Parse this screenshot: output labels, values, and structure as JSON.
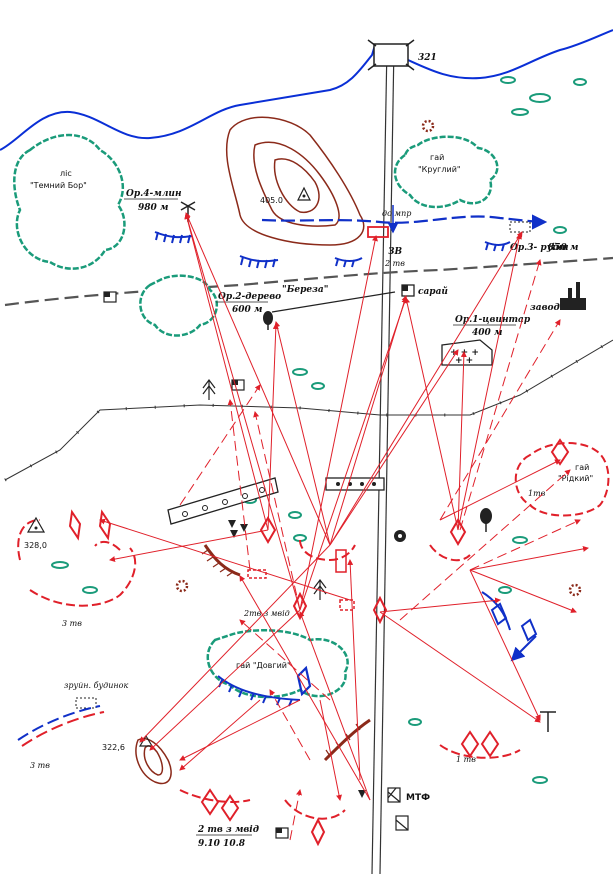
{
  "labels": {
    "bridge_number": "321",
    "forest_line1": "ліс",
    "forest_line2": "\"Темний Бор\"",
    "grove_krugly_line1": "гай",
    "grove_krugly_line2": "\"Круглий\"",
    "height_405": "405.0",
    "to_mpr": "до мпр",
    "zv": "ЗВ",
    "zv_sub": "2 тв",
    "or3_title": "Ор.3- руїни",
    "or3_dist": "850 м",
    "or4_title": "Ор.4-млин",
    "or4_dist": "980 м",
    "or2_title": "Ор.2-дерево",
    "or2_dist": "600 м",
    "bereza": "\"Береза\"",
    "barn": "сарай",
    "factory": "завод",
    "or1_title": "Ор.1-цвинтар",
    "or1_dist": "400 м",
    "grove_ridky_line1": "гай",
    "grove_ridky_line2": "\"Рідкий\"",
    "unit_1tv_right": "1тв",
    "height_328": "328,0",
    "unit_3tv_left": "3 тв",
    "unit_2tv_mvid_center": "2тв з мвід",
    "grove_dovgy": "гай \"Довгий\"",
    "ruined_house": "зруйн. будинок",
    "unit_3tv_bottom": "3 тв",
    "height_322": "322,6",
    "unit_1tv_bottom": "1 тв",
    "mtf": "МТФ",
    "unit_2tv_mvid_bottom": "2 тв з мвід",
    "timestamp": "9.10 10.8"
  },
  "colors": {
    "river": "#0a2fd6",
    "vegetation": "#1a9b7a",
    "friendly_red": "#e0202a",
    "enemy_blue": "#1030c8",
    "relief_brown": "#8b2a1a",
    "ink": "#222222"
  }
}
